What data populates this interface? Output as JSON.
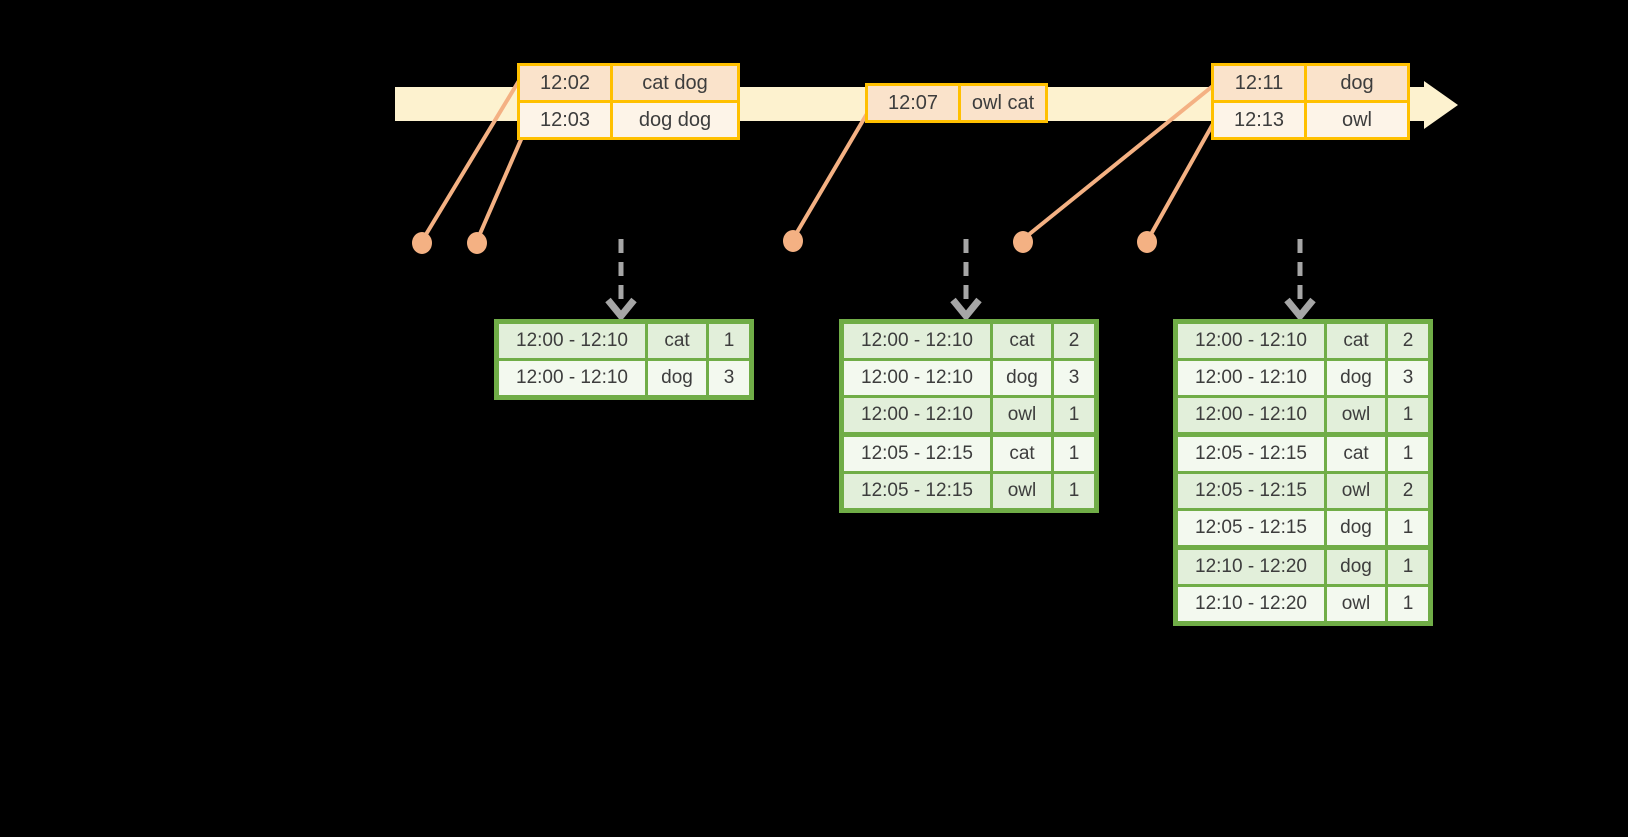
{
  "colors": {
    "background": "#000000",
    "timeline_fill": "#fdf2cf",
    "event_border": "#ffc000",
    "event_row_a": "#fae3cb",
    "event_row_b": "#fdf4e8",
    "connector": "#f4b183",
    "arrow_gray": "#a6a6a6",
    "result_border": "#70ad47",
    "result_row_a": "#e2efda",
    "result_row_b": "#f3f9ef",
    "text": "#3d3d3d"
  },
  "event_tables": [
    {
      "id": "events-1",
      "rows": [
        {
          "time": "12:02",
          "words": "cat dog"
        },
        {
          "time": "12:03",
          "words": "dog dog"
        }
      ]
    },
    {
      "id": "events-2",
      "rows": [
        {
          "time": "12:07",
          "words": "owl cat"
        }
      ]
    },
    {
      "id": "events-3",
      "rows": [
        {
          "time": "12:11",
          "words": "dog"
        },
        {
          "time": "12:13",
          "words": "owl"
        }
      ]
    }
  ],
  "result_tables": [
    {
      "id": "counts-1",
      "group_breaks": [],
      "rows": [
        {
          "window": "12:00 - 12:10",
          "word": "cat",
          "count": "1"
        },
        {
          "window": "12:00 - 12:10",
          "word": "dog",
          "count": "3"
        }
      ]
    },
    {
      "id": "counts-2",
      "group_breaks": [
        3
      ],
      "rows": [
        {
          "window": "12:00 - 12:10",
          "word": "cat",
          "count": "2"
        },
        {
          "window": "12:00 - 12:10",
          "word": "dog",
          "count": "3"
        },
        {
          "window": "12:00 - 12:10",
          "word": "owl",
          "count": "1"
        },
        {
          "window": "12:05 - 12:15",
          "word": "cat",
          "count": "1"
        },
        {
          "window": "12:05 - 12:15",
          "word": "owl",
          "count": "1"
        }
      ]
    },
    {
      "id": "counts-3",
      "group_breaks": [
        3,
        6
      ],
      "rows": [
        {
          "window": "12:00 - 12:10",
          "word": "cat",
          "count": "2"
        },
        {
          "window": "12:00 - 12:10",
          "word": "dog",
          "count": "3"
        },
        {
          "window": "12:00 - 12:10",
          "word": "owl",
          "count": "1"
        },
        {
          "window": "12:05 - 12:15",
          "word": "cat",
          "count": "1"
        },
        {
          "window": "12:05 - 12:15",
          "word": "owl",
          "count": "2"
        },
        {
          "window": "12:05 - 12:15",
          "word": "dog",
          "count": "1"
        },
        {
          "window": "12:10 - 12:20",
          "word": "dog",
          "count": "1"
        },
        {
          "window": "12:10 - 12:20",
          "word": "owl",
          "count": "1"
        }
      ]
    }
  ]
}
